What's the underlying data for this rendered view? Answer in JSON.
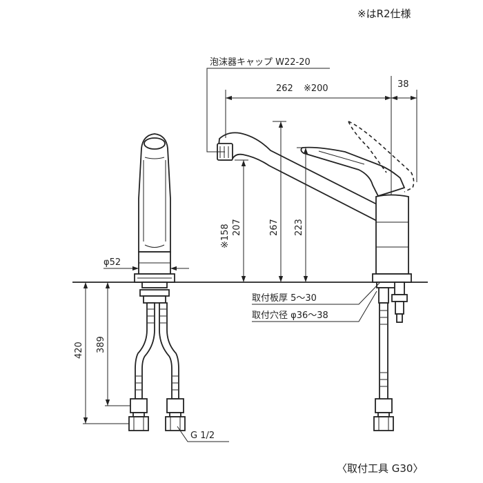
{
  "notes": {
    "r2_spec": "※はR2仕様",
    "mounting_tool": "〈取付工具 G30〉"
  },
  "labels": {
    "aerator_cap": "泡沫器キャップ W22-20",
    "plate_thickness": "取付板厚 5〜30",
    "hole_diameter": "取付穴径 φ36〜38",
    "thread": "G 1/2"
  },
  "dimensions": {
    "body_diameter": "φ52",
    "hose_total": "420",
    "hose_to_fitting": "389",
    "spout_reach": "262",
    "spout_reach_r2": "※200",
    "lever_offset": "38",
    "spout_height_r2": "※158",
    "spout_height": "207",
    "overall_height": "267",
    "lever_height": "223"
  }
}
